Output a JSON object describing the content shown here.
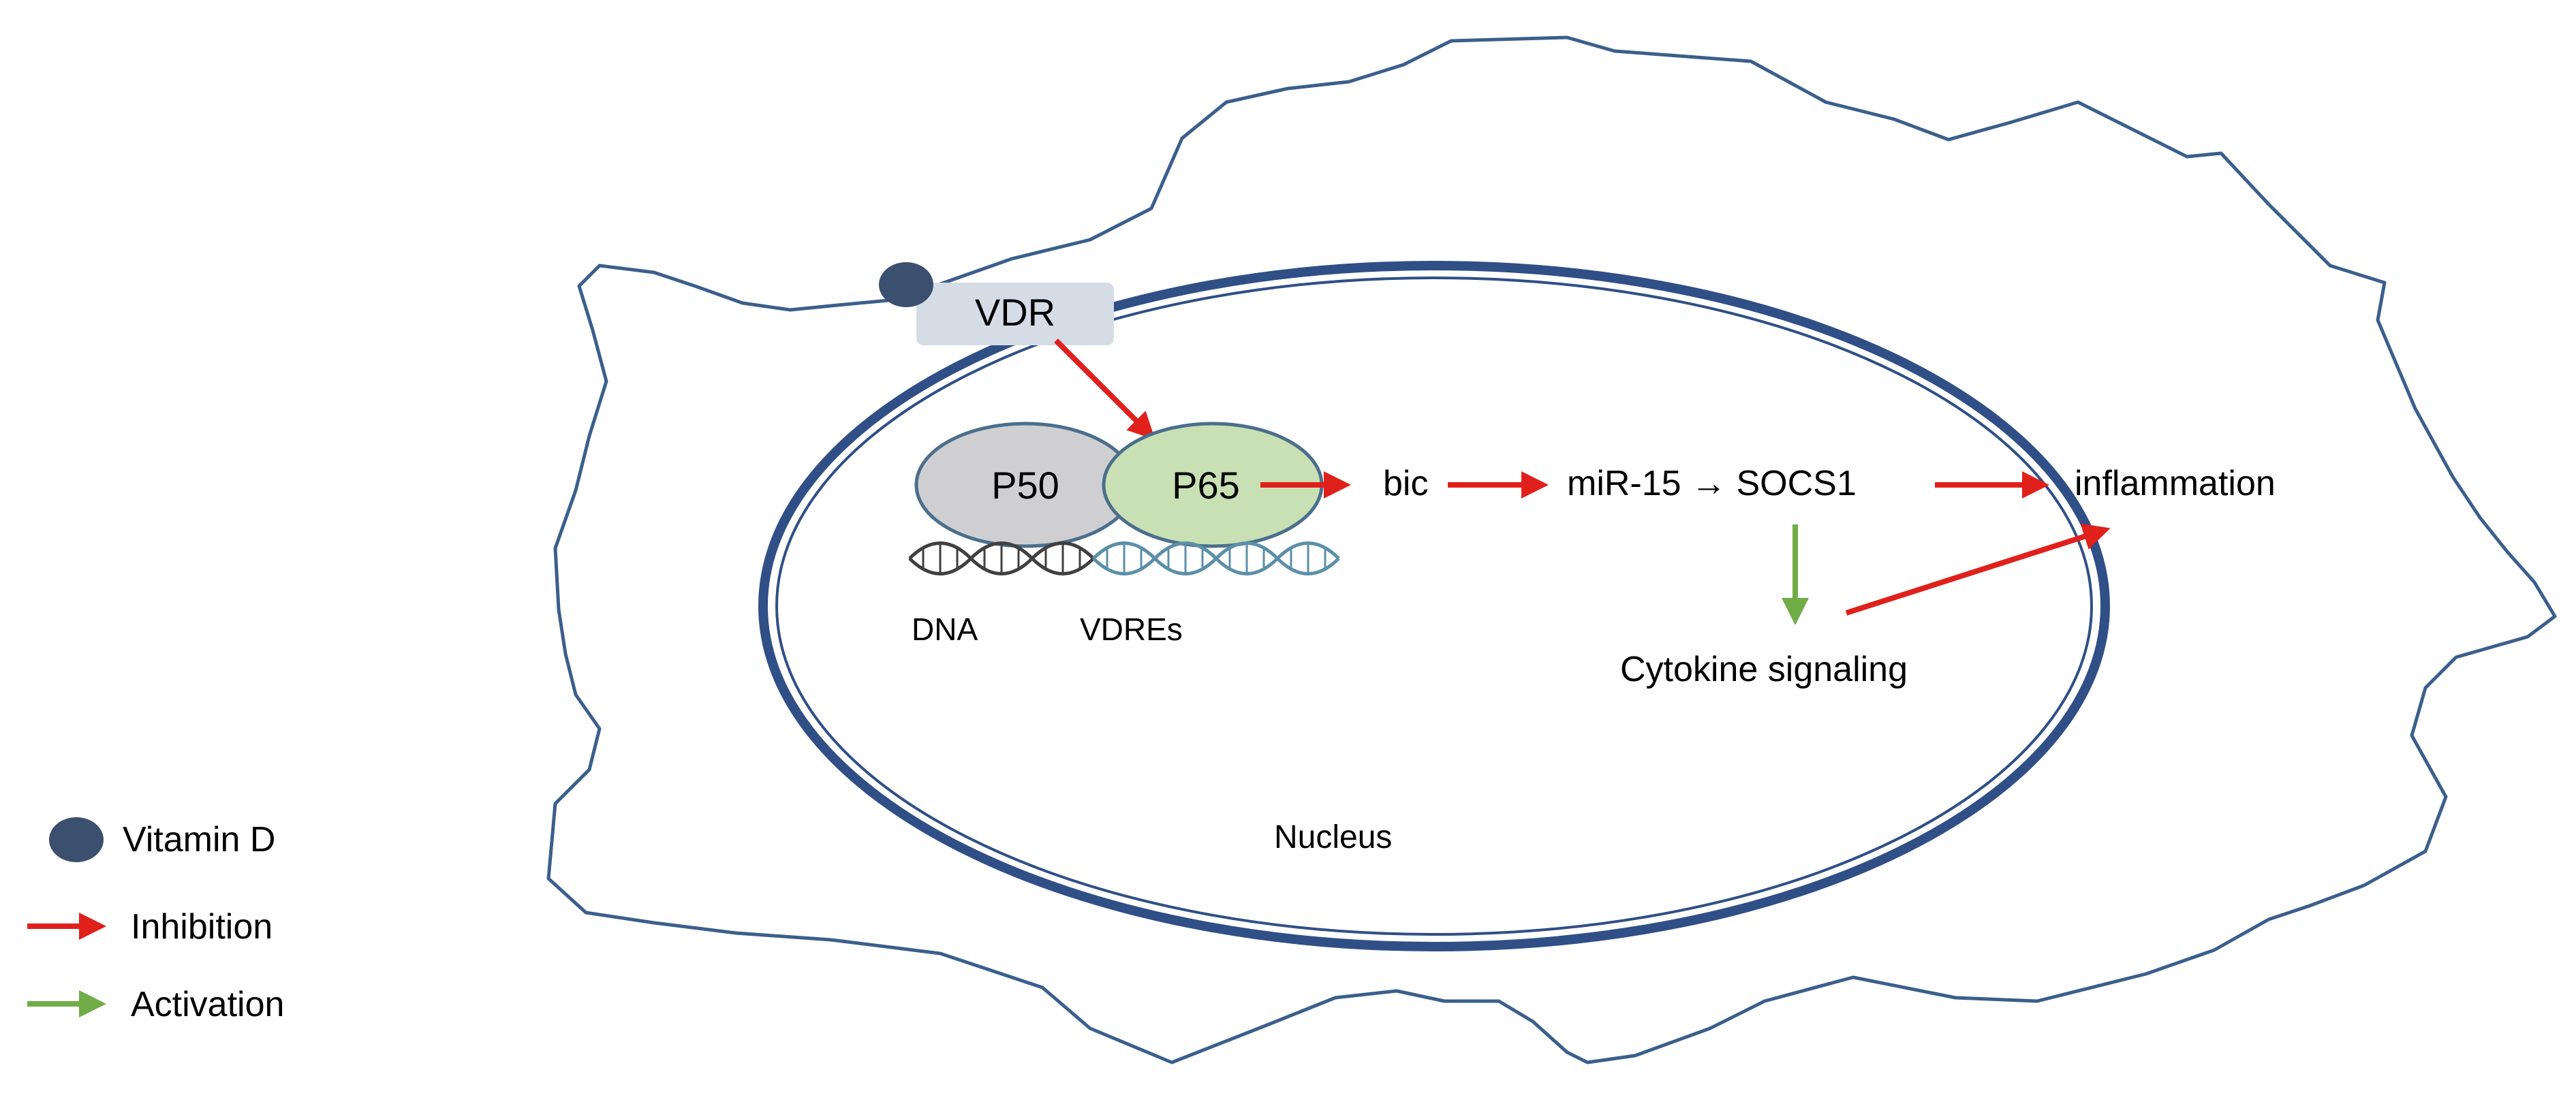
{
  "labels": {
    "vdr": "VDR",
    "p50": "P50",
    "p65": "P65",
    "dna": "DNA",
    "vdres": "VDREs",
    "bic": "bic",
    "mir_socs": "miR-15 → SOCS1",
    "inflammation": "inflammation",
    "cytokine": "Cytokine signaling",
    "nucleus": "Nucleus"
  },
  "legend": {
    "vitamin_d": "Vitamin D",
    "inhibition": "Inhibition",
    "activation": "Activation"
  },
  "colors": {
    "cell_outline": "#3b5f8c",
    "nucleus_outline": "#2f4f86",
    "vitamin_d": "#3b4f6e",
    "vdr_box": "#d6dce6",
    "p50_fill": "#cfcfd1",
    "p65_fill": "#c9e0b4",
    "oval_stroke": "#4a6f8c",
    "inhibition": "#e0201b",
    "activation": "#70ad47",
    "dna_dark": "#404040",
    "dna_light": "#5b8fa8",
    "text": "#000000"
  }
}
